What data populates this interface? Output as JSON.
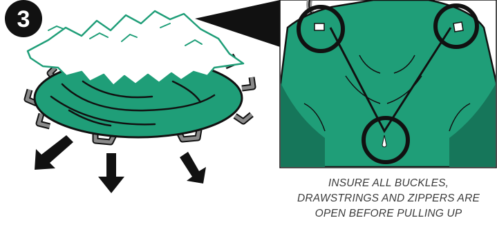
{
  "step": {
    "number": "3"
  },
  "caption": {
    "lines": [
      "INSURE ALL BUCKLES,",
      "DRAWSTRINGS AND ZIPPERS ARE",
      "OPEN BEFORE PULLING UP"
    ]
  },
  "colors": {
    "cover_green": "#1f9e78",
    "cover_dark": "#16765a",
    "handle_gray": "#8a8a8a",
    "snow_white": "#ffffff",
    "outline_black": "#111111",
    "caption_text": "#3a3a3a"
  }
}
